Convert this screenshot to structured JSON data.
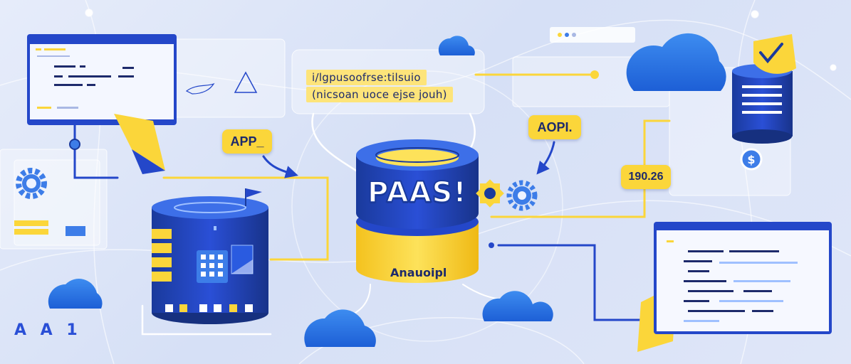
{
  "labels": {
    "caption_line1": "i/lgpusoofrse:tilsuio",
    "caption_line2": "(nicsoan uoce ejse jouh)",
    "app_tag": "APP_",
    "api_tag": "AOPI.",
    "number_tag": "190.26",
    "paas_title": "PAAS!",
    "paas_subtitle": "Anauoipl",
    "corner_text": "A A 1"
  },
  "icons": [
    "cloud-icon",
    "gear-icon",
    "database-icon",
    "checkmark-icon",
    "dollar-icon",
    "arrow-icon",
    "flag-icon",
    "browser-window-icon"
  ],
  "colors": {
    "primary_blue": "#2447c9",
    "dark_blue": "#1a3a9c",
    "light_blue": "#3d7de8",
    "yellow": "#fbd63a",
    "background": "#dfe6f8"
  }
}
